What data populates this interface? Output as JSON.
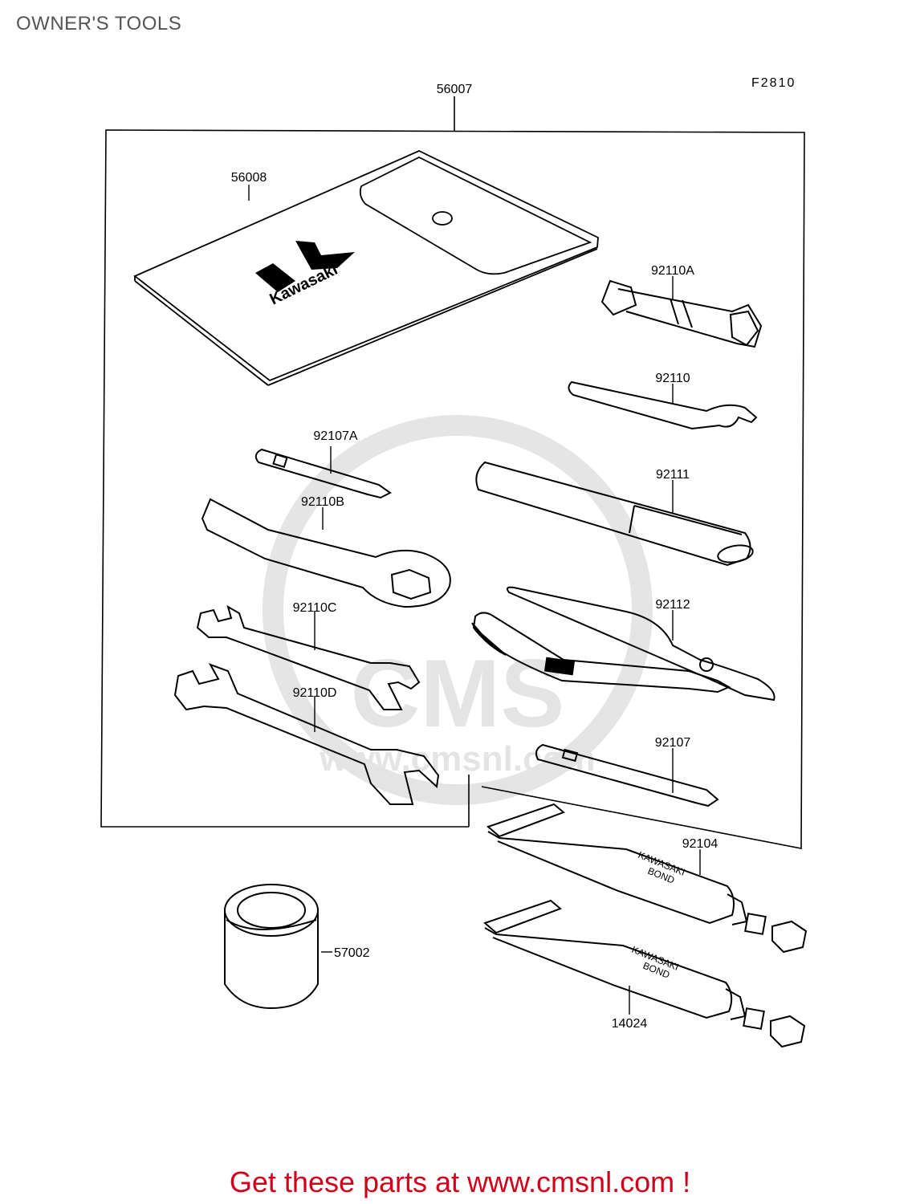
{
  "page": {
    "title": "OWNER'S TOOLS"
  },
  "diagram": {
    "figure_code": "F2810",
    "watermark_text": "www.cmsnl.com",
    "watermark_logo": "CMS",
    "kit_label": "56007",
    "parts": [
      {
        "number": "56008",
        "name": "tool-pouch"
      },
      {
        "number": "92110A",
        "name": "spark-plug-wrench"
      },
      {
        "number": "92110",
        "name": "hook-wrench"
      },
      {
        "number": "92107A",
        "name": "screwdriver-bit"
      },
      {
        "number": "92111",
        "name": "screwdriver-handle"
      },
      {
        "number": "92110B",
        "name": "box-wrench"
      },
      {
        "number": "92110C",
        "name": "open-end-wrench-small"
      },
      {
        "number": "92112",
        "name": "pliers"
      },
      {
        "number": "92110D",
        "name": "open-end-wrench-large"
      },
      {
        "number": "92107",
        "name": "screwdriver"
      },
      {
        "number": "92104",
        "name": "bond-tube"
      },
      {
        "number": "57002",
        "name": "grease-can"
      },
      {
        "number": "14024",
        "name": "bond-tube-2"
      }
    ],
    "brand_text": "Kawasaki",
    "tube_text_line1": "KAWASAKI",
    "tube_text_line2": "BOND"
  },
  "footer": {
    "link_text": "Get these parts at www.cmsnl.com !"
  }
}
